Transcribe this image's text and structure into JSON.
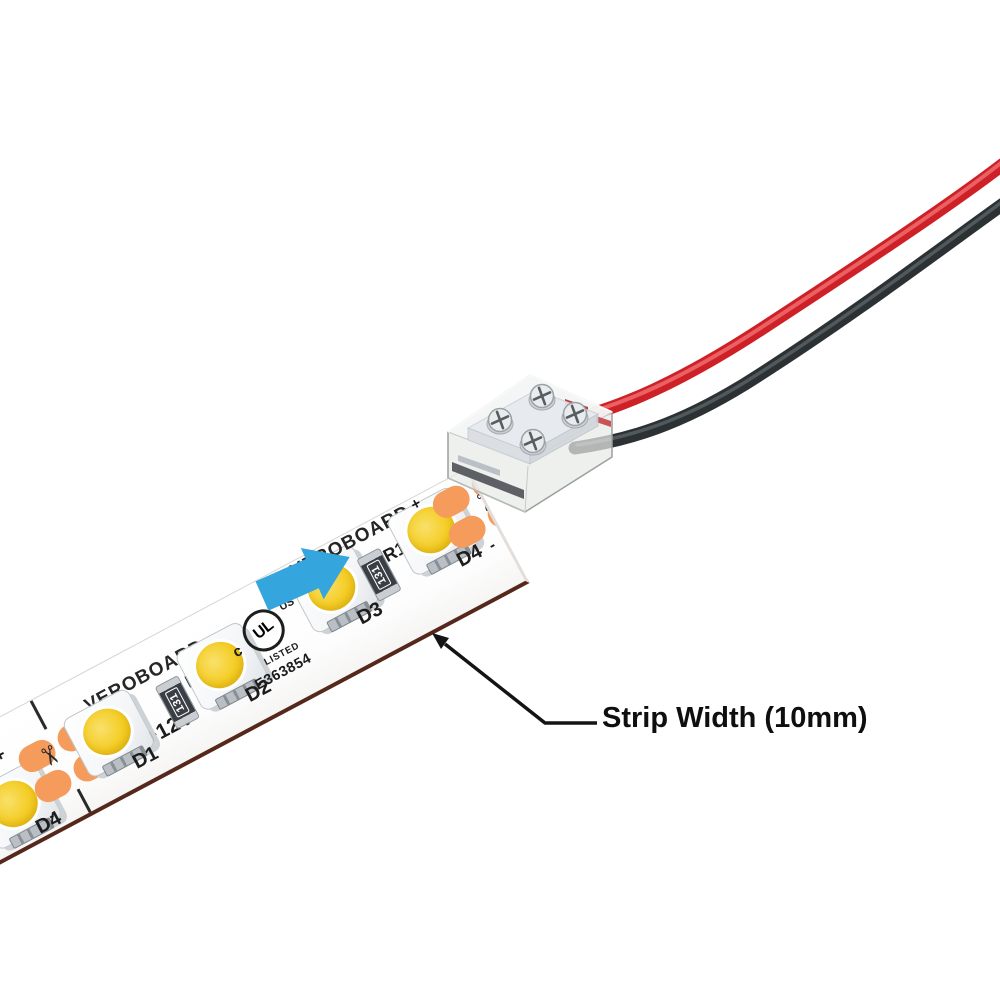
{
  "annotation": {
    "label": "Strip Width (10mm)"
  },
  "strip": {
    "brand": "VEROBOARD",
    "brand_end": "VEROBOARD.",
    "voltage_label": "+12V",
    "leds": [
      {
        "label": "D4"
      },
      {
        "label": "D1"
      },
      {
        "label": "D2"
      },
      {
        "label": "D3"
      },
      {
        "label": "D4"
      }
    ],
    "resistor": {
      "value": "131",
      "ref": "R1"
    },
    "ul_mark": {
      "c_label": "c",
      "monogram": "UL",
      "us_label": "US",
      "listed_label": "LISTED",
      "file_number": "E363854"
    },
    "polarity": {
      "plus": "+",
      "minus": "-"
    }
  },
  "icons": {
    "scissors": "✂"
  },
  "colors": {
    "arrow_blue": "#35a6dd",
    "wire_red": "#ce2127",
    "wire_black": "#2c3134",
    "pad_orange": "#f59b5c",
    "led_yellow": "#f2c81c",
    "pcb_edge_brown": "#55281b",
    "ink": "#1c1c1c"
  }
}
